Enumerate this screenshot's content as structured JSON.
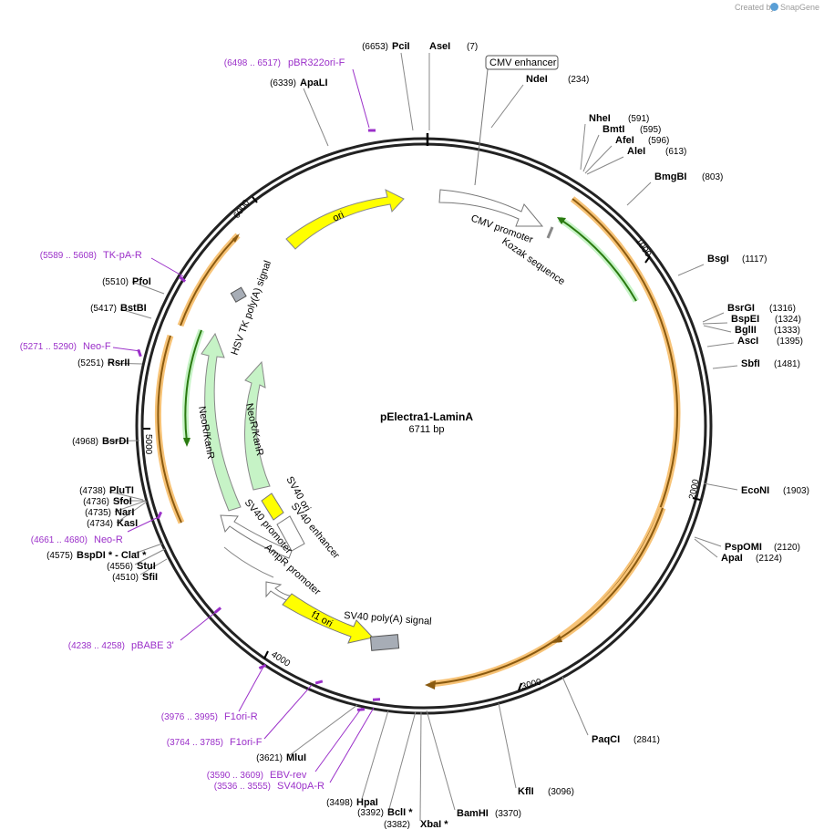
{
  "credit": {
    "created_by": "Created by",
    "app": "SnapGene",
    "logo_icon": "snapgene-logo-icon"
  },
  "plasmid": {
    "name": "pElectra1-LaminA",
    "length_label": "6711 bp",
    "total_bp": 6711
  },
  "ticks": [
    {
      "pos": 1000,
      "label": "1000"
    },
    {
      "pos": 2000,
      "label": "2000"
    },
    {
      "pos": 3000,
      "label": "3000"
    },
    {
      "pos": 4000,
      "label": "4000"
    },
    {
      "pos": 5000,
      "label": "5000"
    },
    {
      "pos": 6000,
      "label": "6000"
    }
  ],
  "colors": {
    "ori": "#ffff00",
    "promoter": "#ffffff",
    "marker": "#c6f3c6",
    "polyA": "#a7adb6",
    "orf": "#f7c377",
    "orf_inner": "#8a5a10",
    "primer": "#9b30c9",
    "backbone": "#222222"
  },
  "sites": [
    {
      "name": "PciI",
      "pos": "(6653)",
      "side": "L"
    },
    {
      "name": "AseI",
      "pos": "(7)",
      "side": "R"
    },
    {
      "name": "NdeI",
      "pos": "(234)",
      "side": "R"
    },
    {
      "name": "NheI",
      "pos": "(591)",
      "side": "R"
    },
    {
      "name": "BmtI",
      "pos": "(595)",
      "side": "R"
    },
    {
      "name": "AfeI",
      "pos": "(596)",
      "side": "R"
    },
    {
      "name": "AleI",
      "pos": "(613)",
      "side": "R"
    },
    {
      "name": "BmgBI",
      "pos": "(803)",
      "side": "R"
    },
    {
      "name": "BsgI",
      "pos": "(1117)",
      "side": "R"
    },
    {
      "name": "BsrGI",
      "pos": "(1316)",
      "side": "R"
    },
    {
      "name": "BspEI",
      "pos": "(1324)",
      "side": "R"
    },
    {
      "name": "BglII",
      "pos": "(1333)",
      "side": "R"
    },
    {
      "name": "AscI",
      "pos": "(1395)",
      "side": "R"
    },
    {
      "name": "SbfI",
      "pos": "(1481)",
      "side": "R"
    },
    {
      "name": "EcoNI",
      "pos": "(1903)",
      "side": "R"
    },
    {
      "name": "PspOMI",
      "pos": "(2120)",
      "side": "R"
    },
    {
      "name": "ApaI",
      "pos": "(2124)",
      "side": "R"
    },
    {
      "name": "PaqCI",
      "pos": "(2841)",
      "side": "R"
    },
    {
      "name": "KflI",
      "pos": "(3096)",
      "side": "R"
    },
    {
      "name": "BamHI",
      "pos": "(3370)",
      "side": "R"
    },
    {
      "name": "XbaI *",
      "pos": "(3382)",
      "side": "R"
    },
    {
      "name": "BclI *",
      "pos": "(3392)",
      "side": "L"
    },
    {
      "name": "HpaI",
      "pos": "(3498)",
      "side": "L"
    },
    {
      "name": "MluI",
      "pos": "(3621)",
      "side": "L"
    },
    {
      "name": "SfiI",
      "pos": "(4510)",
      "side": "L"
    },
    {
      "name": "StuI",
      "pos": "(4556)",
      "side": "L"
    },
    {
      "name": "BspDI * - ClaI *",
      "pos": "(4575)",
      "side": "L"
    },
    {
      "name": "KasI",
      "pos": "(4734)",
      "side": "L"
    },
    {
      "name": "NarI",
      "pos": "(4735)",
      "side": "L"
    },
    {
      "name": "SfoI",
      "pos": "(4736)",
      "side": "L"
    },
    {
      "name": "PluTI",
      "pos": "(4738)",
      "side": "L"
    },
    {
      "name": "BsrDI",
      "pos": "(4968)",
      "side": "L"
    },
    {
      "name": "RsrII",
      "pos": "(5251)",
      "side": "L"
    },
    {
      "name": "BstBI",
      "pos": "(5417)",
      "side": "L"
    },
    {
      "name": "PfoI",
      "pos": "(5510)",
      "side": "L"
    },
    {
      "name": "ApaLI",
      "pos": "(6339)",
      "side": "L"
    }
  ],
  "primers": [
    {
      "name": "pBR322ori-F",
      "range": "(6498 .. 6517)"
    },
    {
      "name": "TK-pA-R",
      "range": "(5589 .. 5608)"
    },
    {
      "name": "Neo-F",
      "range": "(5271 .. 5290)"
    },
    {
      "name": "Neo-R",
      "range": "(4661 .. 4680)"
    },
    {
      "name": "pBABE 3'",
      "range": "(4238 .. 4258)"
    },
    {
      "name": "F1ori-R",
      "range": "(3976 .. 3995)"
    },
    {
      "name": "F1ori-F",
      "range": "(3764 .. 3785)"
    },
    {
      "name": "EBV-rev",
      "range": "(3590 .. 3609)"
    },
    {
      "name": "SV40pA-R",
      "range": "(3536 .. 3555)"
    }
  ],
  "features": [
    {
      "name": "CMV enhancer"
    },
    {
      "name": "CMV promoter"
    },
    {
      "name": "Kozak sequence"
    },
    {
      "name": "ori"
    },
    {
      "name": "HSV TK poly(A) signal"
    },
    {
      "name": "NeoR/KanR"
    },
    {
      "name": "NeoR/KanR"
    },
    {
      "name": "SV40 ori"
    },
    {
      "name": "SV40 enhancer"
    },
    {
      "name": "SV40 promoter"
    },
    {
      "name": "AmpR promoter"
    },
    {
      "name": "f1 ori"
    },
    {
      "name": "SV40 poly(A) signal"
    }
  ]
}
